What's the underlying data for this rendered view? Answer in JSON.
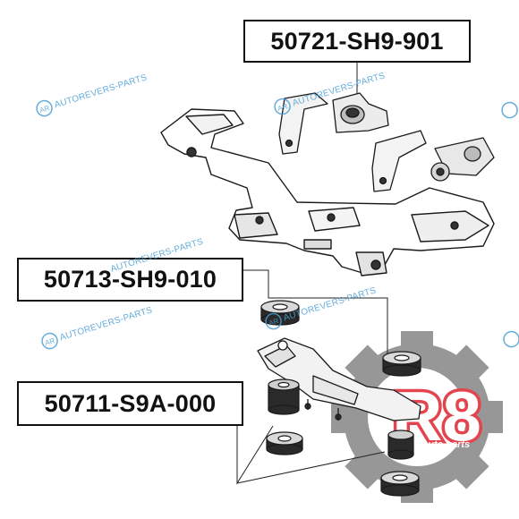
{
  "labels": {
    "top": "50721-SH9-901",
    "mid": "50713-SH9-010",
    "bot": "50711-S9A-000"
  },
  "watermark": {
    "icon_text": "AR",
    "text": "AUTOREVERS-PARTS"
  },
  "logo": {
    "mark": "R8",
    "tagline": "auto parts"
  },
  "colors": {
    "watermark": "#4a9fd4",
    "logo_gray": "#8c8c8c",
    "logo_red": "#e0303a",
    "ink": "#111111"
  }
}
